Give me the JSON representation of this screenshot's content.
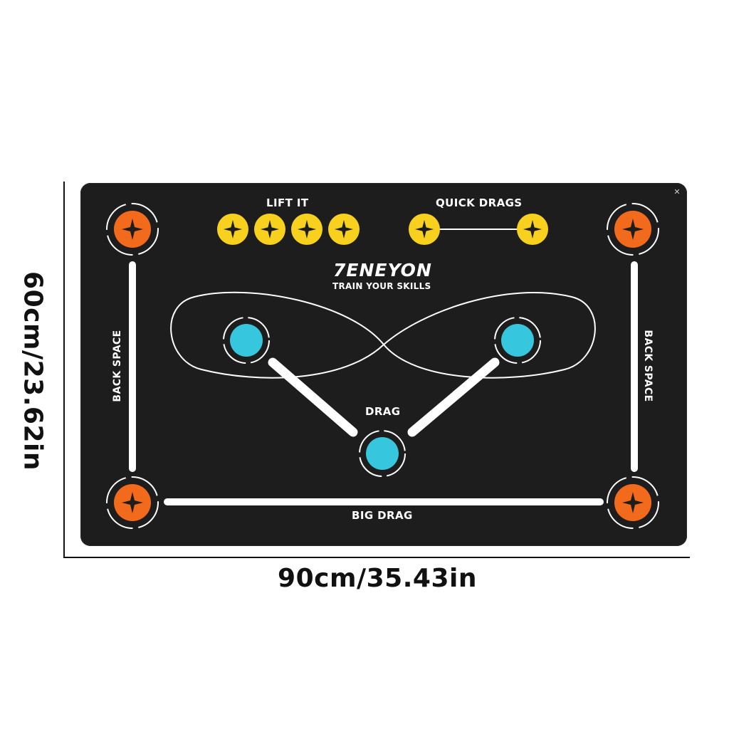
{
  "dimensions": {
    "width_label": "90cm/35.43in",
    "height_label": "60cm/23.62in"
  },
  "mat": {
    "brand": "7ENEYON",
    "tagline": "TRAIN YOUR SKILLS",
    "labels": {
      "lift_it": "LIFT IT",
      "quick_drags": "QUICK DRAGS",
      "drag": "DRAG",
      "big_drag": "BIG DRAG",
      "back_space_left": "BACK SPACE",
      "back_space_right": "BACK SPACE"
    },
    "colors": {
      "background": "#1e1d1d",
      "orange_target": "#f26a1b",
      "yellow_target": "#f7d11e",
      "cyan_target": "#36c7de",
      "line": "#ffffff"
    },
    "icons": {
      "corner": "close-icon",
      "target_cross": "sparkle-cross-icon"
    }
  }
}
